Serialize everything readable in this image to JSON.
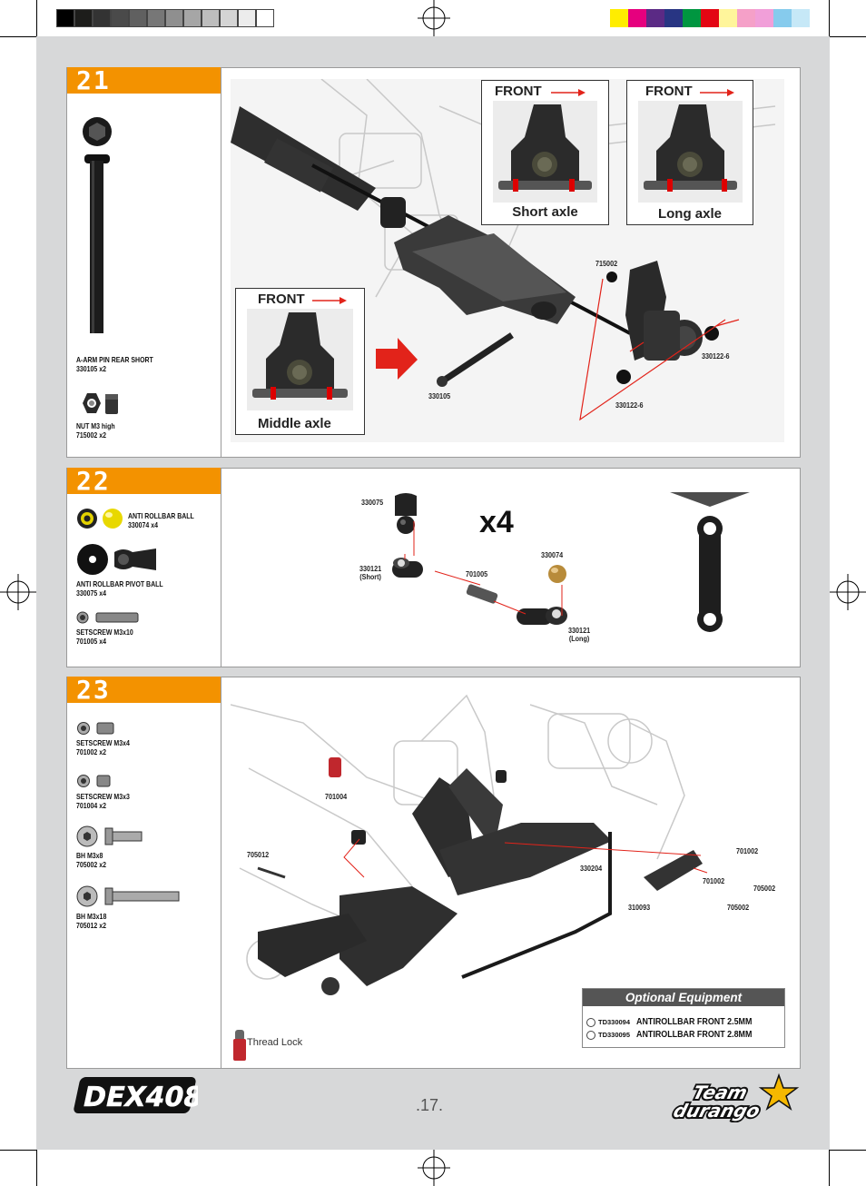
{
  "page_number": ".17.",
  "brand_logo": "DEX408",
  "team_logo": "Team durango",
  "colors": {
    "orange": "#f39200",
    "arrow_red": "#e2231a",
    "sheet_grey": "#d7d8d9"
  },
  "color_bar_gray": [
    "#000000",
    "#1d1d1b",
    "#333333",
    "#4a4a4a",
    "#606060",
    "#777777",
    "#8f8f8f",
    "#a6a6a6",
    "#bdbdbd",
    "#d4d4d4",
    "#ececec",
    "#ffffff"
  ],
  "color_bar_color": [
    "#ffed00",
    "#e6007e",
    "#5b2a85",
    "#283583",
    "#009640",
    "#e30613",
    "#fff59b",
    "#f5a0c8",
    "#f19fd9",
    "#86cbed",
    "#c6e8f7"
  ],
  "step21": {
    "number": "21",
    "parts": [
      {
        "name": "A-ARM PIN REAR SHORT",
        "code": "330105  x2"
      },
      {
        "name": "NUT M3 high",
        "code": "715002  x2"
      }
    ],
    "callouts": {
      "c715002": "715002",
      "c330105": "330105",
      "c330122a": "330122-6",
      "c330122b": "330122-6"
    },
    "insets": [
      {
        "front": "FRONT",
        "label": "Short axle"
      },
      {
        "front": "FRONT",
        "label": "Long axle"
      },
      {
        "front": "FRONT",
        "label": "Middle axle"
      }
    ]
  },
  "step22": {
    "number": "22",
    "parts": [
      {
        "name": "ANTI ROLLBAR BALL",
        "code": "330074  x4"
      },
      {
        "name": "ANTI ROLLBAR PIVOT BALL",
        "code": "330075  x4"
      },
      {
        "name": "SETSCREW M3x10",
        "code": "701005  x4"
      }
    ],
    "callouts": {
      "c330075": "330075",
      "c330121s": "330121\n(Short)",
      "c701005": "701005",
      "c330074": "330074",
      "c330121l": "330121\n(Long)"
    },
    "multiplier": "x4"
  },
  "step23": {
    "number": "23",
    "parts": [
      {
        "name": "SETSCREW  M3x4",
        "code": "701002  x2"
      },
      {
        "name": "SETSCREW  M3x3",
        "code": "701004  x2"
      },
      {
        "name": "BH  M3x8",
        "code": "705002  x2"
      },
      {
        "name": "BH  M3x18",
        "code": "705012  x2"
      }
    ],
    "callouts": {
      "c701004": "701004",
      "c705012": "705012",
      "c330204": "330204",
      "c701002a": "701002",
      "c701002b": "701002",
      "c705002a": "705002",
      "c310093": "310093",
      "c705002b": "705002"
    },
    "thread_lock": "Thread Lock",
    "optional": {
      "title": "Optional Equipment",
      "items": [
        {
          "code": "TD330094",
          "desc": "ANTIROLLBAR FRONT 2.5MM"
        },
        {
          "code": "TD330095",
          "desc": "ANTIROLLBAR FRONT 2.8MM"
        }
      ]
    }
  }
}
